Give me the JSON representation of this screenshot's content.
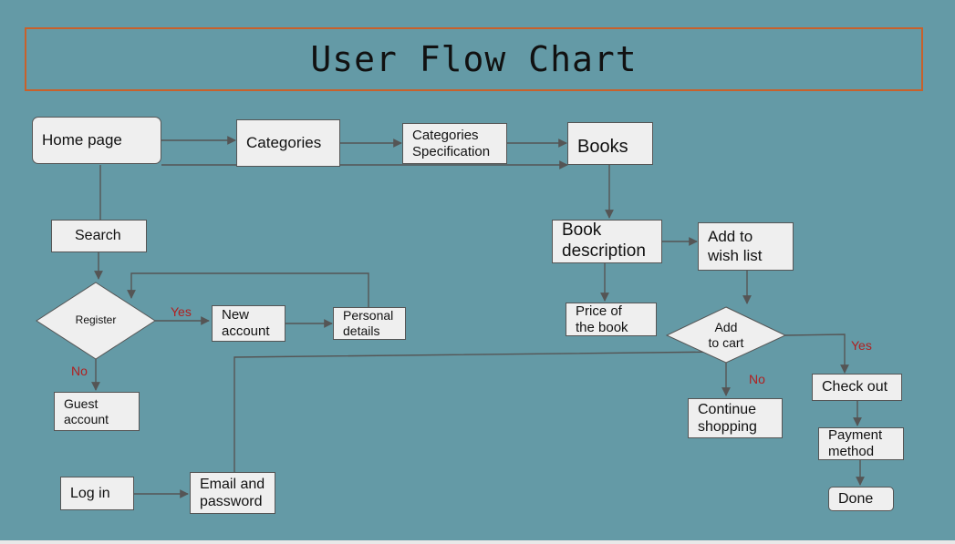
{
  "title": "User Flow Chart",
  "nodes": {
    "home_page": "Home page",
    "categories": "Categories",
    "categories_spec": "Categories\nSpecification",
    "books": "Books",
    "search": "Search",
    "register": "Register",
    "new_account": "New\naccount",
    "personal_details": "Personal\ndetails",
    "guest_account": "Guest\naccount",
    "log_in": "Log in",
    "email_password": "Email and\npassword",
    "book_description": "Book\ndescription",
    "add_to_wish_list": "Add to\nwish list",
    "price_of_book": "Price of\nthe book",
    "add_to_cart": "Add\nto cart",
    "continue_shopping": "Continue\nshopping",
    "check_out": "Check out",
    "payment_method": "Payment\nmethod",
    "done": "Done"
  },
  "labels": {
    "register_yes": "Yes",
    "register_no": "No",
    "cart_yes": "Yes",
    "cart_no": "No"
  },
  "colors": {
    "background": "#649aa6",
    "title_border": "#c8612b",
    "node_fill": "#efefef",
    "line": "#555555",
    "decision_label": "#b02020"
  }
}
